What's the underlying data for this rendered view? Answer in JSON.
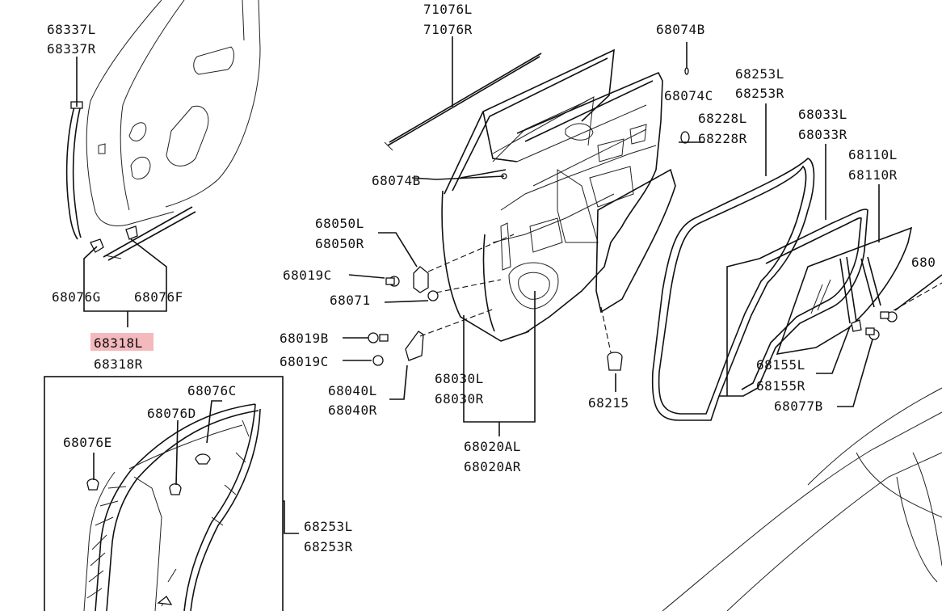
{
  "labels": {
    "l71076L": "71076L",
    "l71076R": "71076R",
    "l68074B_top": "68074B",
    "l68337L": "68337L",
    "l68337R": "68337R",
    "l68253L": "68253L",
    "l68253R": "68253R",
    "l68074C": "68074C",
    "l68228L": "68228L",
    "l68228R": "68228R",
    "l68033L": "68033L",
    "l68033R": "68033R",
    "l68110L": "68110L",
    "l68110R": "68110R",
    "l68074B_mid": "68074B",
    "l68050L": "68050L",
    "l68050R": "68050R",
    "l680_right": "680",
    "l68019C_1": "68019C",
    "l68071": "68071",
    "l68076G": "68076G",
    "l68076F": "68076F",
    "l68318L": "68318L",
    "l68318R": "68318R",
    "l68019B": "68019B",
    "l68019C_2": "68019C",
    "l68030L": "68030L",
    "l68030R": "68030R",
    "l68155L": "68155L",
    "l68155R": "68155R",
    "l68215": "68215",
    "l68040L": "68040L",
    "l68040R": "68040R",
    "l68077B": "68077B",
    "l68076C": "68076C",
    "l68076D": "68076D",
    "l68076E": "68076E",
    "l68020AL": "68020AL",
    "l68020AR": "68020AR",
    "l68253L_inset": "68253L",
    "l68253R_inset": "68253R"
  },
  "highlight_color": "#f3b9bc"
}
